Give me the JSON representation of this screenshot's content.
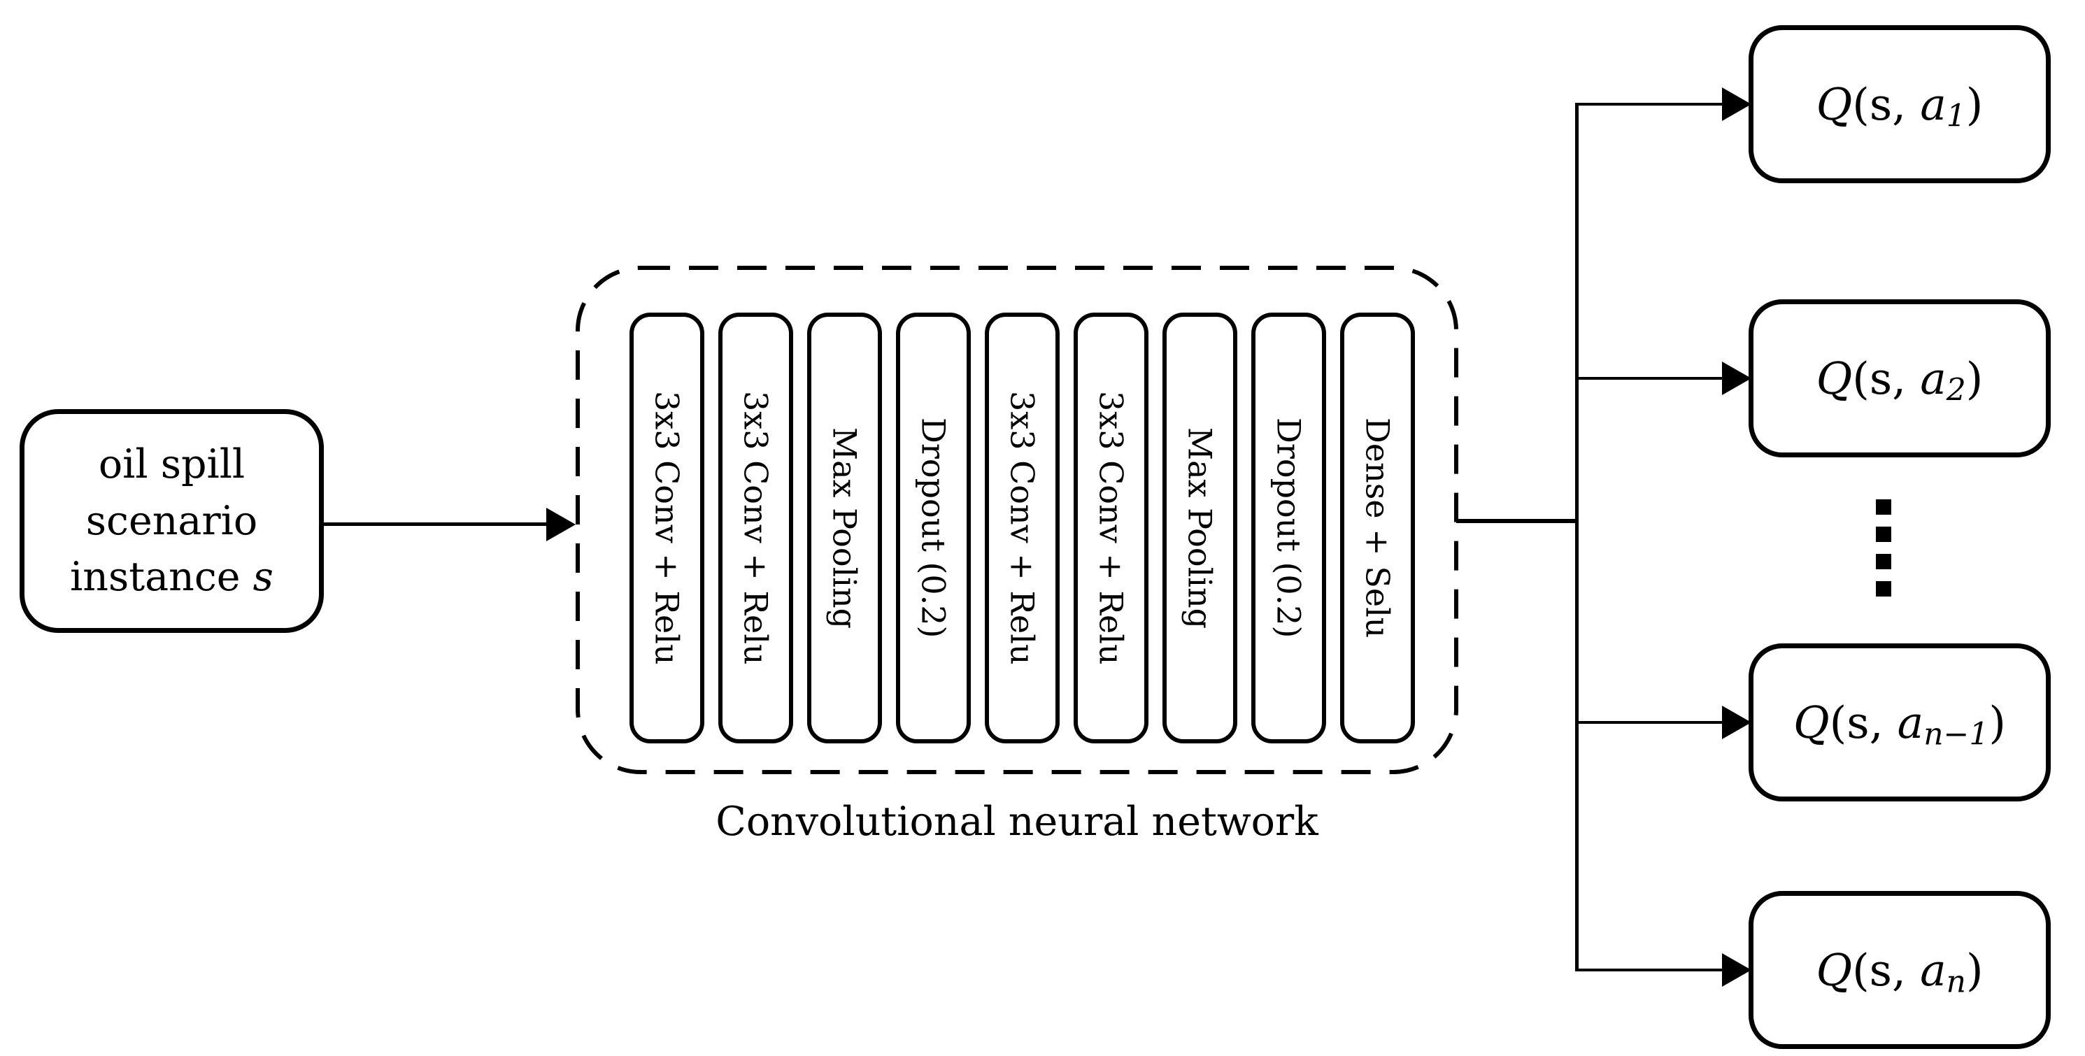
{
  "figure": {
    "background_color": "#ffffff",
    "line_color": "#000000",
    "description": "Deep Q-network architecture diagram"
  },
  "input_box": {
    "line1": "oil spill",
    "line2": "scenario",
    "line3_prefix": "instance ",
    "line3_var": "s"
  },
  "cnn": {
    "caption": "Convolutional neural network",
    "layers": [
      "3x3 Conv + Relu",
      "3x3 Conv + Relu",
      "Max Pooling",
      "Dropout (0.2)",
      "3x3 Conv + Relu",
      "3x3 Conv + Relu",
      "Max Pooling",
      "Dropout (0.2)",
      "Dense + Selu"
    ]
  },
  "outputs": {
    "ellipsis": "⋮",
    "boxes": [
      {
        "q": "Q",
        "open": "(s, ",
        "a": "a",
        "sub": "1",
        "close": ")"
      },
      {
        "q": "Q",
        "open": "(s, ",
        "a": "a",
        "sub": "2",
        "close": ")"
      },
      {
        "q": "Q",
        "open": "(s, ",
        "a": "a",
        "sub": "n−1",
        "close": ")"
      },
      {
        "q": "Q",
        "open": "(s, ",
        "a": "a",
        "sub": "n",
        "close": ")"
      }
    ]
  }
}
